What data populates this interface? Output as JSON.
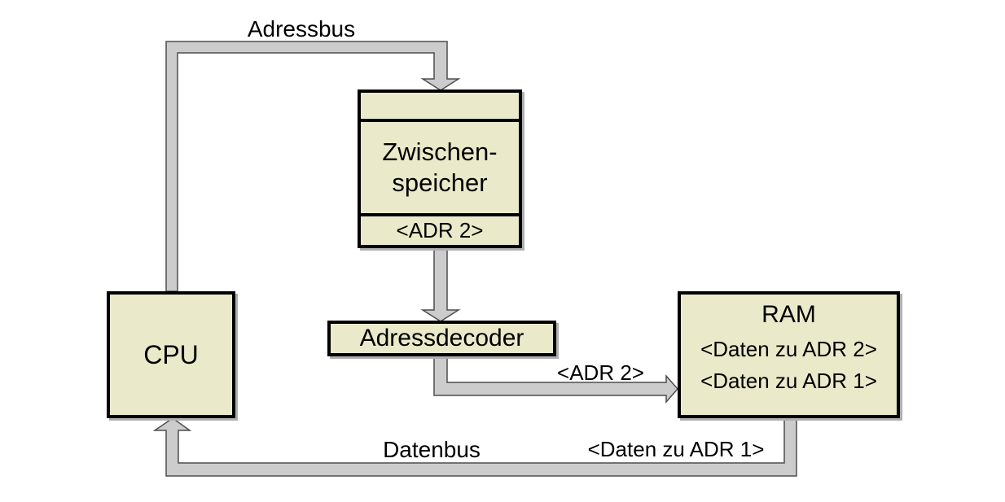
{
  "diagram": {
    "nodes": {
      "cpu": {
        "label": "CPU"
      },
      "buffer": {
        "label_line1": "Zwischen-",
        "label_line2": "speicher",
        "slot": "<ADR 2>"
      },
      "decoder": {
        "label": "Adressdecoder"
      },
      "ram": {
        "title": "RAM",
        "entries": [
          "<Daten zu ADR 2>",
          "<Daten zu ADR 1>"
        ]
      }
    },
    "buses": {
      "address_bus": {
        "label": "Adressbus"
      },
      "decoder_to_ram": {
        "label": "<ADR 2>"
      },
      "data_bus": {
        "label": "Datenbus",
        "data_label": "<Daten zu ADR 1>"
      }
    },
    "colors": {
      "background": "#FFFFFF",
      "box_fill": "#EAEACA",
      "box_border": "#000000",
      "bus_fill": "#CCCCCC",
      "bus_outline": "#4D4D4D",
      "text": "#000000"
    }
  }
}
